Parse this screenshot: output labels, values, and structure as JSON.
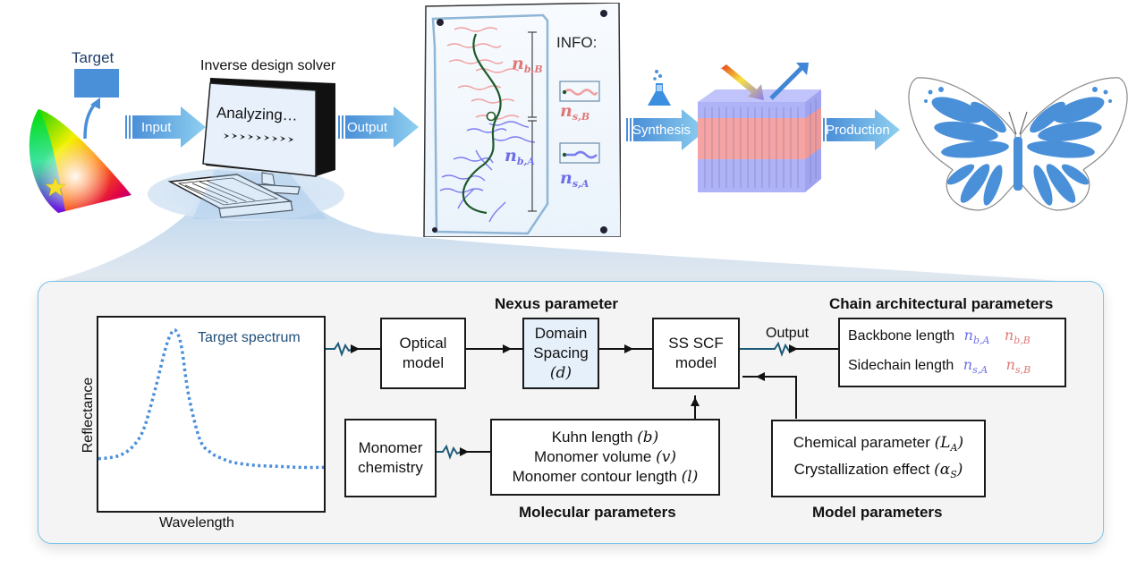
{
  "top_workflow": {
    "target_label": "Target",
    "solver_title": "Inverse design solver",
    "screen_text": "Analyzing…",
    "flow_arrows": [
      {
        "id": "input",
        "label": "Input"
      },
      {
        "id": "output",
        "label": "Output"
      },
      {
        "id": "synthesis",
        "label": "Synthesis"
      },
      {
        "id": "production",
        "label": "Production"
      }
    ],
    "info_panel": {
      "title": "INFO:",
      "backbone_B": {
        "n": "n",
        "sub": "b,B"
      },
      "backbone_A": {
        "n": "n",
        "sub": "b,A"
      },
      "sidechain_B": {
        "n": "n",
        "sub": "s,B"
      },
      "sidechain_A": {
        "n": "n",
        "sub": "s,A"
      }
    },
    "icons": [
      "chromaticity-diagram-icon",
      "computer-icon",
      "flask-icon",
      "layered-film-icon",
      "butterfly-icon"
    ]
  },
  "colors": {
    "block_A": "#6e6ee8",
    "block_B": "#e07878",
    "accent_blue": "#4a90d9",
    "spring_line": "#1d5a78",
    "panel_border": "#7cc4ea",
    "panel_bg": "#f4f4f4",
    "nexus_box_bg": "#e6f0fb",
    "spectrum_dots": "#4a8fdb",
    "target_text": "#1f4e79"
  },
  "bottom_panel": {
    "spectrum": {
      "legend": "Target spectrum",
      "ylabel": "Reflectance",
      "xlabel": "Wavelength"
    },
    "optical_model": {
      "line1": "Optical",
      "line2": "model"
    },
    "nexus": {
      "title": "Nexus parameter",
      "line1": "Domain",
      "line2": "Spacing",
      "symbol": "(d)"
    },
    "scf_model": {
      "line1": "SS SCF",
      "line2": "model"
    },
    "output_label": "Output",
    "chain": {
      "title": "Chain architectural parameters",
      "row1_label": "Backbone length",
      "row2_label": "Sidechain length",
      "n": "n",
      "sub_bA": "b,A",
      "sub_bB": "b,B",
      "sub_sA": "s,A",
      "sub_sB": "s,B"
    },
    "monomer": {
      "line1": "Monomer",
      "line2": "chemistry"
    },
    "molecular": {
      "title": "Molecular parameters",
      "lines": [
        {
          "text": "Kuhn length ",
          "symbol": "(b)"
        },
        {
          "text": "Monomer volume ",
          "symbol": "(v)"
        },
        {
          "text": "Monomer contour length ",
          "symbol": "(l)"
        }
      ]
    },
    "model_params": {
      "title": "Model parameters",
      "line1_text": "Chemical  parameter ",
      "line1_sym": "(L",
      "line1_sub": "A",
      "line2_text": "Crystallization effect ",
      "line2_sym": "(α",
      "line2_sub": "S"
    }
  },
  "chart_data": {
    "type": "line",
    "title": "Target spectrum",
    "xlabel": "Wavelength",
    "ylabel": "Reflectance",
    "x": [
      0,
      0.05,
      0.1,
      0.15,
      0.2,
      0.25,
      0.3,
      0.33,
      0.35,
      0.37,
      0.4,
      0.45,
      0.5,
      0.55,
      0.6,
      0.7,
      0.8,
      0.9,
      1.0
    ],
    "values": [
      0.27,
      0.275,
      0.29,
      0.33,
      0.42,
      0.62,
      0.85,
      0.93,
      0.92,
      0.84,
      0.6,
      0.37,
      0.3,
      0.27,
      0.25,
      0.235,
      0.23,
      0.225,
      0.225
    ],
    "xlim": [
      0,
      1
    ],
    "ylim": [
      0,
      1
    ],
    "grid": false,
    "line_style": "dotted"
  }
}
